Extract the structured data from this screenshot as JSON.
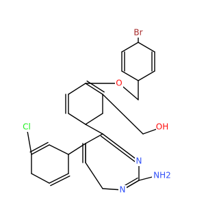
{
  "molecule": {
    "atoms": {
      "br": {
        "label": "Br",
        "color": "#a62929"
      },
      "o": {
        "label": "O",
        "color": "#ff0d0d"
      },
      "oh": {
        "label": "OH",
        "color": "#ff0d0d"
      },
      "cl": {
        "label": "Cl",
        "color": "#1ff01f"
      },
      "n1": {
        "label": "N",
        "color": "#3050f8"
      },
      "n2": {
        "label": "N",
        "color": "#3050f8"
      },
      "nh2": {
        "label": "NH2",
        "color": "#3050f8"
      }
    }
  }
}
